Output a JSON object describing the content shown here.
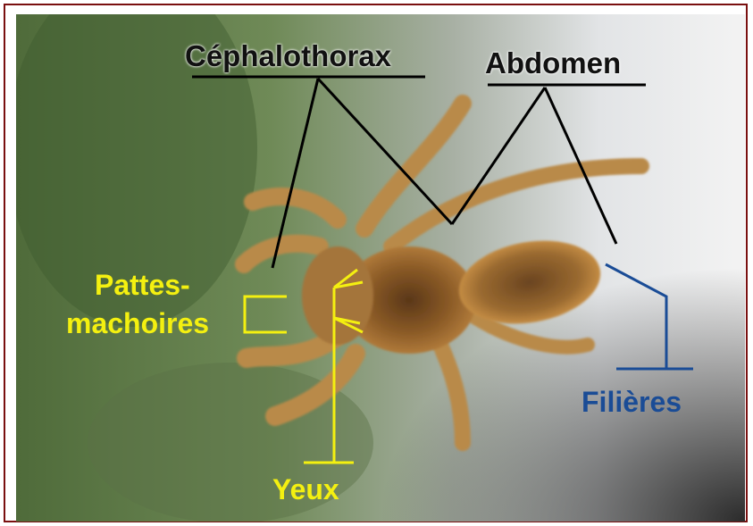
{
  "labels": {
    "cephalothorax": "Céphalothorax",
    "abdomen": "Abdomen",
    "pattes_line1": "Pattes-",
    "pattes_line2": "machoires",
    "yeux": "Yeux",
    "filieres": "Filières"
  },
  "colors": {
    "frame": "#7a1010",
    "dark_label": "#111111",
    "yellow_label": "#f4f010",
    "blue_label": "#1a4c96"
  }
}
